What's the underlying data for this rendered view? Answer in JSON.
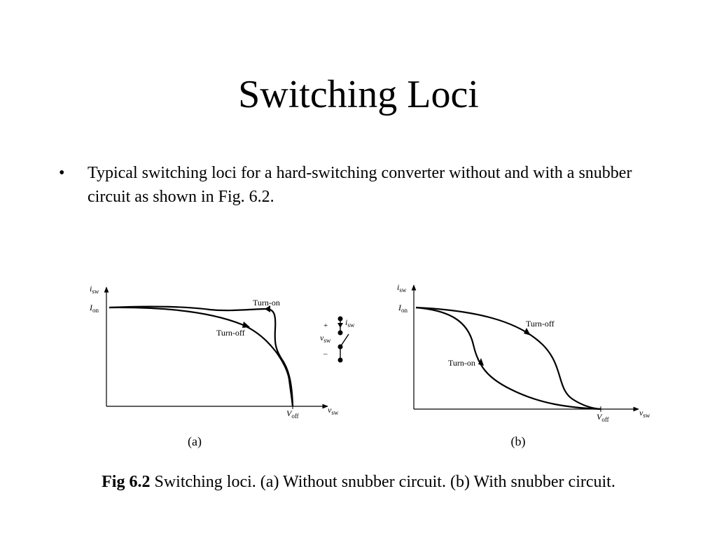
{
  "slide": {
    "title": "Switching Loci"
  },
  "bullets": [
    {
      "marker": "•",
      "text": "Typical switching loci for a hard-switching converter without and with a snubber circuit as shown in Fig. 6.2."
    }
  ],
  "panel_a": {
    "y_axis_label": "i",
    "y_axis_sub": "sw",
    "x_axis_label": "v",
    "x_axis_sub": "sw",
    "ion_label": "I",
    "ion_sub": "on",
    "voff_label": "V",
    "voff_sub": "off",
    "turn_on_label": "Turn-on",
    "turn_off_label": "Turn-off",
    "subcaption": "(a)"
  },
  "switch_symbol": {
    "plus": "+",
    "minus": "–",
    "v_label": "v",
    "v_sub": "sw",
    "i_label": "i",
    "i_sub": "sw"
  },
  "panel_b": {
    "y_axis_label": "i",
    "y_axis_sub": "sw",
    "x_axis_label": "v",
    "x_axis_sub": "sw",
    "ion_label": "I",
    "ion_sub": "on",
    "voff_label": "V",
    "voff_sub": "off",
    "turn_on_label": "Turn-on",
    "turn_off_label": "Turn-off",
    "subcaption": "(b)"
  },
  "figure_caption": {
    "bold": "Fig 6.2",
    "text": " Switching loci. (a) Without snubber circuit. (b) With snubber circuit."
  }
}
